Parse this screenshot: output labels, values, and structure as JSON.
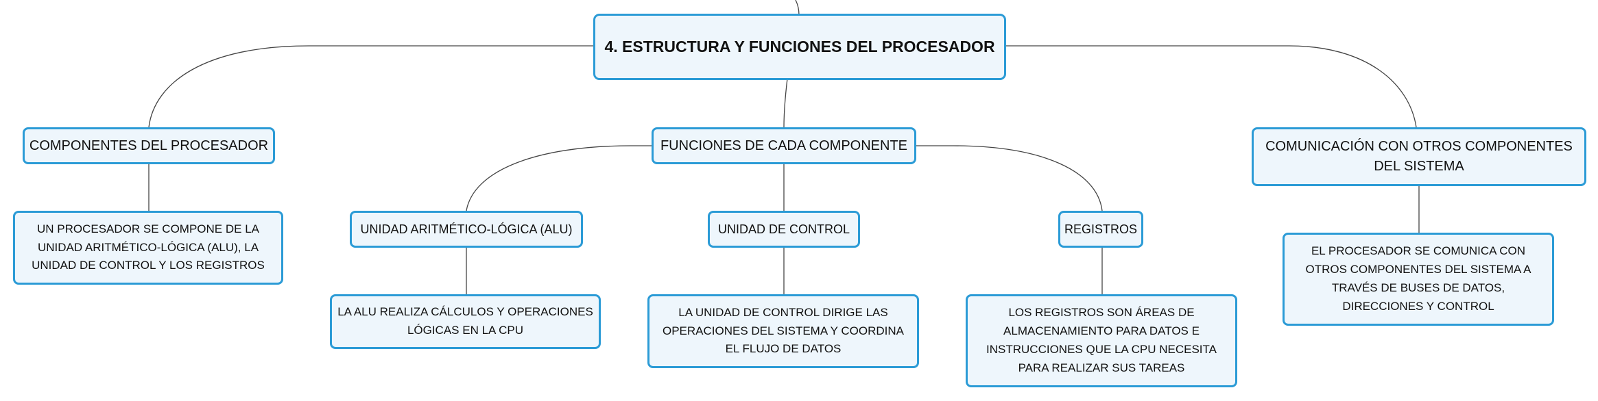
{
  "root": {
    "title": "4. ESTRUCTURA Y FUNCIONES DEL PROCESADOR"
  },
  "branches": {
    "componentes": {
      "label": "COMPONENTES DEL PROCESADOR",
      "detail": "UN PROCESADOR SE COMPONE DE LA UNIDAD ARITMÉTICO-LÓGICA (ALU), LA UNIDAD DE CONTROL Y LOS REGISTROS"
    },
    "funciones": {
      "label": "FUNCIONES DE CADA COMPONENTE",
      "children": {
        "alu": {
          "label": "UNIDAD ARITMÉTICO-LÓGICA (ALU)",
          "detail": "LA ALU REALIZA CÁLCULOS Y OPERACIONES LÓGICAS EN LA CPU"
        },
        "control": {
          "label": "UNIDAD DE CONTROL",
          "detail": "LA UNIDAD DE CONTROL DIRIGE LAS OPERACIONES DEL SISTEMA Y COORDINA EL FLUJO DE DATOS"
        },
        "registros": {
          "label": "REGISTROS",
          "detail": "LOS REGISTROS SON ÁREAS DE ALMACENAMIENTO PARA DATOS E INSTRUCCIONES QUE LA CPU NECESITA PARA REALIZAR SUS TAREAS"
        }
      }
    },
    "comunicacion": {
      "label": "COMUNICACIÓN CON OTROS COMPONENTES DEL SISTEMA",
      "detail": "EL PROCESADOR SE COMUNICA CON OTROS COMPONENTES DEL SISTEMA A TRAVÉS DE BUSES DE DATOS, DIRECCIONES Y CONTROL"
    }
  },
  "colors": {
    "node_border": "#2b9bd6",
    "node_fill": "#eef6fc",
    "connector": "#444444"
  }
}
